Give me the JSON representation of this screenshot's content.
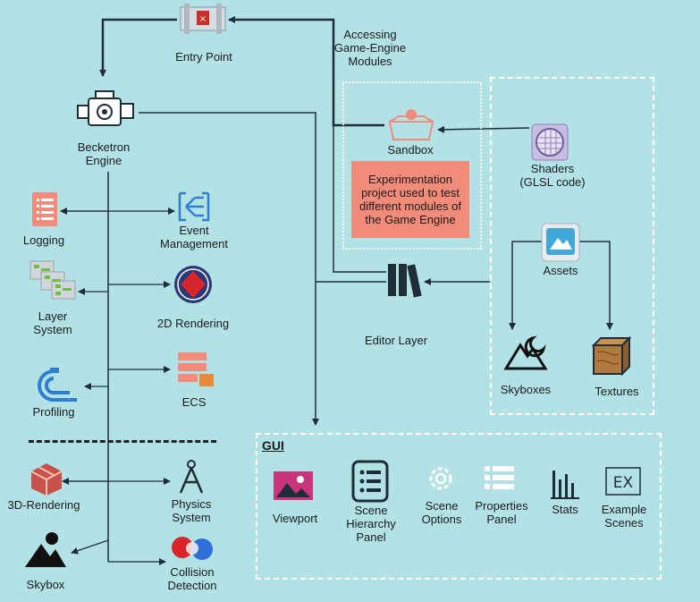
{
  "entry": {
    "label": "Entry Point"
  },
  "accessing": {
    "label": "Accessing\nGame-Engine\nModules"
  },
  "engine": {
    "label": "Becketron\nEngine"
  },
  "sandbox": {
    "label": "Sandbox",
    "description": "Experimentation\nproject used to test\ndifferent modules of\nthe Game Engine"
  },
  "shaders": {
    "label": "Shaders\n(GLSL code)"
  },
  "assets": {
    "label": "Assets"
  },
  "editor": {
    "label": "Editor Layer"
  },
  "skyboxes": {
    "label": "Skyboxes"
  },
  "textures": {
    "label": "Textures"
  },
  "modules": {
    "logging": "Logging",
    "event": "Event\nManagement",
    "layer": "Layer\nSystem",
    "rendering2d": "2D Rendering",
    "profiling": "Profiling",
    "ecs": "ECS",
    "rendering3d": "3D-Rendering",
    "physics": "Physics\nSystem",
    "skybox": "Skybox",
    "collision": "Collision\nDetection"
  },
  "gui": {
    "title": "GUI",
    "items": {
      "viewport": "Viewport",
      "hierarchy": "Scene\nHierarchy\nPanel",
      "options": "Scene\nOptions",
      "properties": "Properties\nPanel",
      "stats": "Stats",
      "examples": "Example\nScenes"
    }
  },
  "colors": {
    "background": "#b2e2e6",
    "line": "#1f2d3a",
    "accent": "#f28b7a",
    "dashed": "#ffffff"
  }
}
